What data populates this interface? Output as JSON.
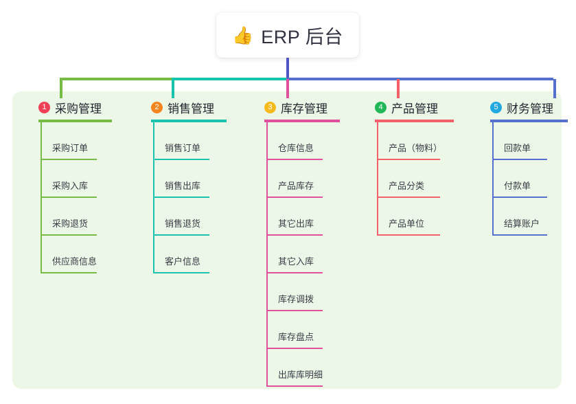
{
  "diagram": {
    "title": "ERP 后台",
    "root": {
      "icon": "thumbs-up-icon",
      "emoji": "👍",
      "label": "ERP 后台"
    },
    "panel_color": "#edf7e8",
    "root_stem_color": "#4f55c4",
    "branches": [
      {
        "number": "1",
        "label": "采购管理",
        "badge_color": "#f04156",
        "line_color": "#76bb45",
        "children": [
          "采购订单",
          "采购入库",
          "采购退货",
          "供应商信息"
        ]
      },
      {
        "number": "2",
        "label": "销售管理",
        "badge_color": "#f5851f",
        "line_color": "#19c4ae",
        "children": [
          "销售订单",
          "销售出库",
          "销售退货",
          "客户信息"
        ]
      },
      {
        "number": "3",
        "label": "库存管理",
        "badge_color": "#f5bb1d",
        "line_color": "#e0509c",
        "children": [
          "仓库信息",
          "产品库存",
          "其它出库",
          "其它入库",
          "库存调拨",
          "库存盘点",
          "出库库明细"
        ]
      },
      {
        "number": "4",
        "label": "产品管理",
        "badge_color": "#21b757",
        "line_color": "#f4616b",
        "children": [
          "产品（物料）",
          "产品分类",
          "产品单位"
        ]
      },
      {
        "number": "5",
        "label": "财务管理",
        "badge_color": "#22a8e0",
        "line_color": "#5570cd",
        "children": [
          "回款单",
          "付款单",
          "结算账户"
        ]
      }
    ]
  }
}
